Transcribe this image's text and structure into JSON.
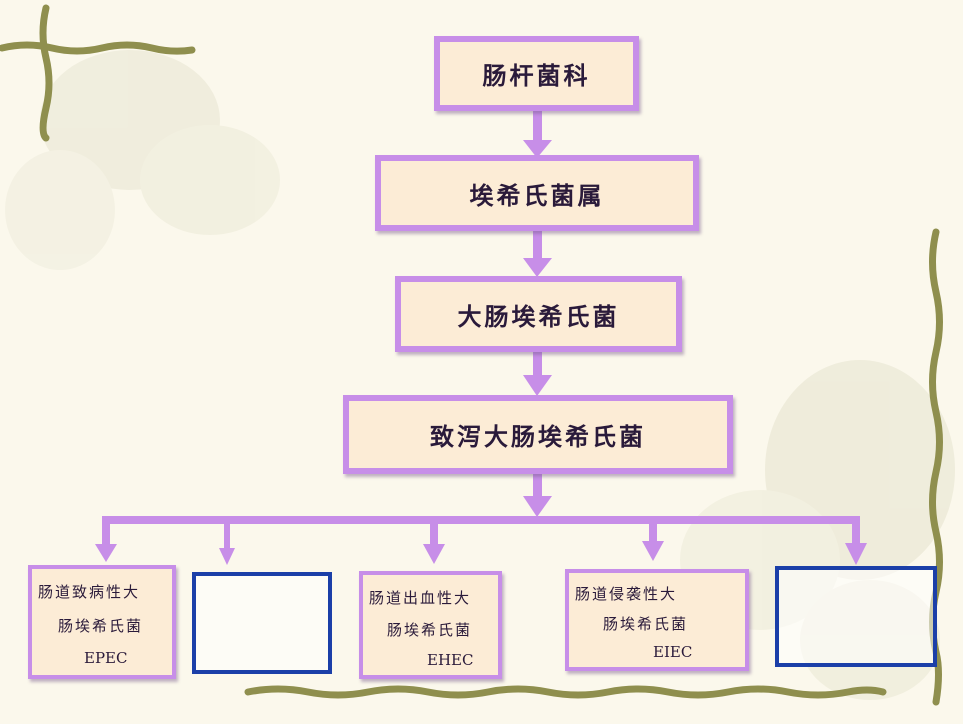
{
  "chain": [
    {
      "id": "level1",
      "label": "肠杆菌科"
    },
    {
      "id": "level2",
      "label": "埃希氏菌属"
    },
    {
      "id": "level3",
      "label": "大肠埃希氏菌"
    },
    {
      "id": "level4",
      "label": "致泻大肠埃希氏菌"
    }
  ],
  "leaves": [
    {
      "line1": "肠道致病性大",
      "line2": "肠埃希氏菌",
      "code": "EPEC"
    },
    {
      "line1": "",
      "line2": "",
      "code": ""
    },
    {
      "line1": "肠道出血性大",
      "line2": "肠埃希氏菌",
      "code": "EHEC"
    },
    {
      "line1": "肠道侵袭性大",
      "line2": "肠埃希氏菌",
      "code": "EIEC"
    },
    {
      "line1": "",
      "line2": "",
      "code": ""
    }
  ],
  "colors": {
    "node_fill": "#fcecd6",
    "node_border": "#c78ee8",
    "arrow": "#c78ee8",
    "empty_box_border": "#1b3fa8",
    "vine": "#8f8f4e"
  }
}
